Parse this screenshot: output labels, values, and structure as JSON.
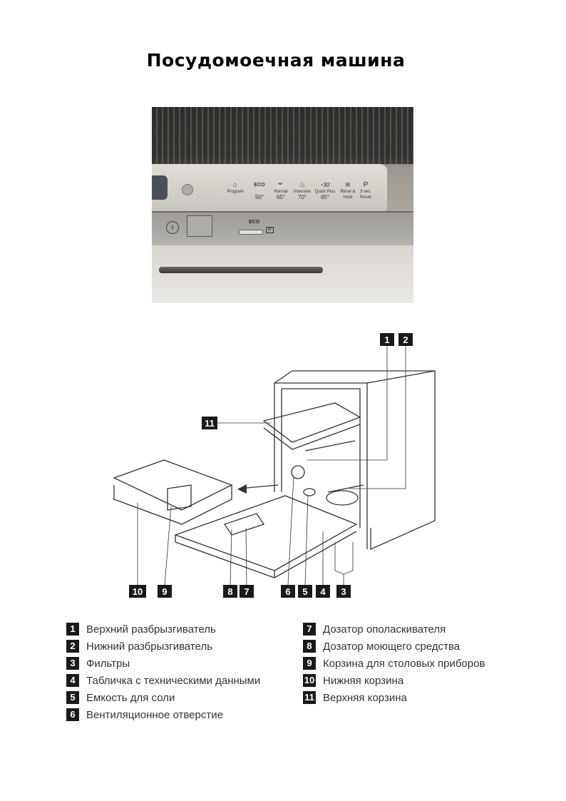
{
  "title": "Посудомоечная машина",
  "photo": {
    "programs": [
      {
        "icon": "⌂",
        "label": "Program",
        "temp": ""
      },
      {
        "icon": "",
        "label": "ECO",
        "temp": "50°"
      },
      {
        "icon": "☕",
        "label": "Normal",
        "temp": "65°"
      },
      {
        "icon": "♨",
        "label": "Intensive",
        "temp": "70°"
      },
      {
        "icon": "◔30'",
        "label": "Quick Plus",
        "temp": "65°"
      },
      {
        "icon": "≋",
        "label": "Rinse & Hold",
        "temp": ""
      },
      {
        "icon": "P",
        "label": "3 sec. Reset",
        "temp": ""
      }
    ],
    "control_eco": "ECO",
    "control_power": "I",
    "control_p": "P"
  },
  "diagram": {
    "callouts": [
      "1",
      "2",
      "3",
      "4",
      "5",
      "6",
      "7",
      "8",
      "9",
      "10",
      "11"
    ]
  },
  "legend": [
    {
      "num": "1",
      "label": "Верхний разбрызгиватель"
    },
    {
      "num": "2",
      "label": "Нижний разбрызгиватель"
    },
    {
      "num": "3",
      "label": "Фильтры"
    },
    {
      "num": "4",
      "label": "Табличка с техническими данными"
    },
    {
      "num": "5",
      "label": "Емкость для соли"
    },
    {
      "num": "6",
      "label": "Вентиляционное отверстие"
    },
    {
      "num": "7",
      "label": "Дозатор ополаскивателя"
    },
    {
      "num": "8",
      "label": "Дозатор моющего средства"
    },
    {
      "num": "9",
      "label": "Корзина для столовых приборов"
    },
    {
      "num": "10",
      "label": "Нижняя корзина"
    },
    {
      "num": "11",
      "label": "Верхняя корзина"
    }
  ]
}
